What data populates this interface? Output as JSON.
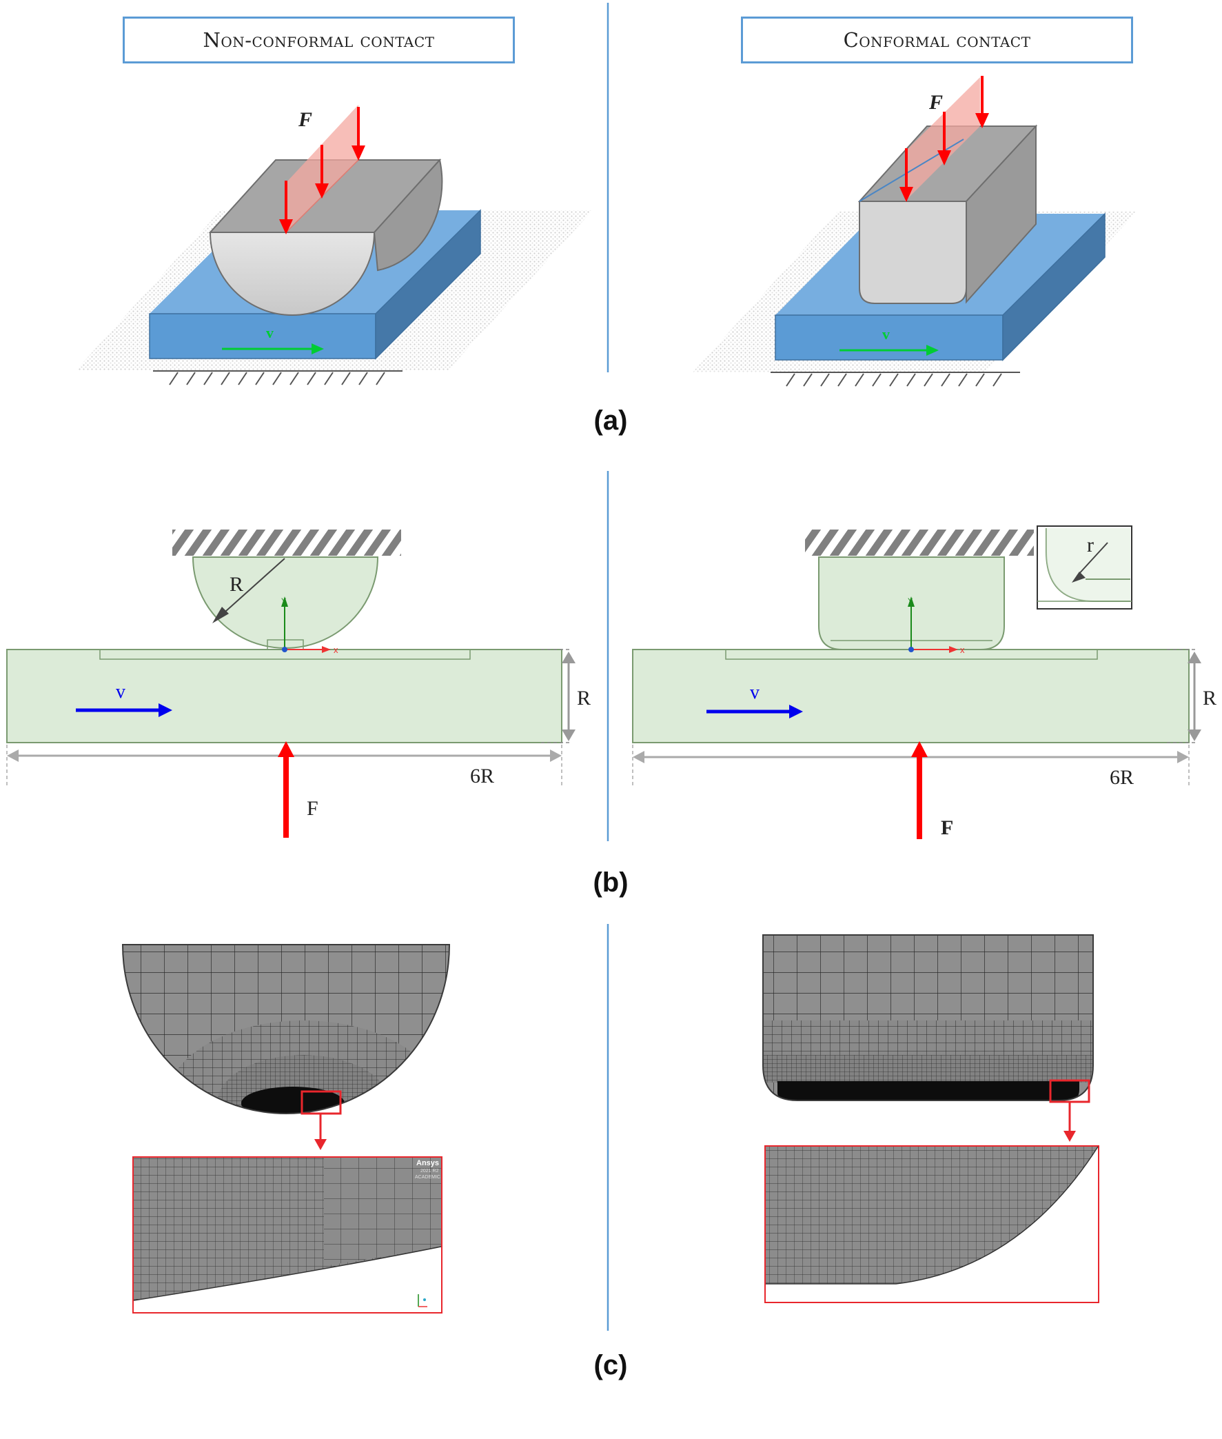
{
  "panel_a": {
    "label": "(a)",
    "left_title": "Non-conformal contact",
    "right_title": "Conformal contact",
    "force_label": "F",
    "velocity_label": "v"
  },
  "panel_b": {
    "label": "(b)",
    "radius_label": "R",
    "fillet_label": "r",
    "height_label": "R",
    "width_label": "6R",
    "velocity_label": "v",
    "force_label": "F",
    "axis_x": "x",
    "axis_y": "Y"
  },
  "panel_c": {
    "label": "(c)",
    "watermark_line1": "Ansys",
    "watermark_line2": "2021 R2",
    "watermark_line3": "ACADEMIC"
  },
  "colors": {
    "divider": "#5b9bd5",
    "plate_blue": "#5b9bd5",
    "force_red": "#ff0000",
    "velocity_green": "#00cc33",
    "velocity_blue": "#0000ee",
    "body_green": "#dcebd8",
    "mesh_gray": "#8c8c8c"
  }
}
